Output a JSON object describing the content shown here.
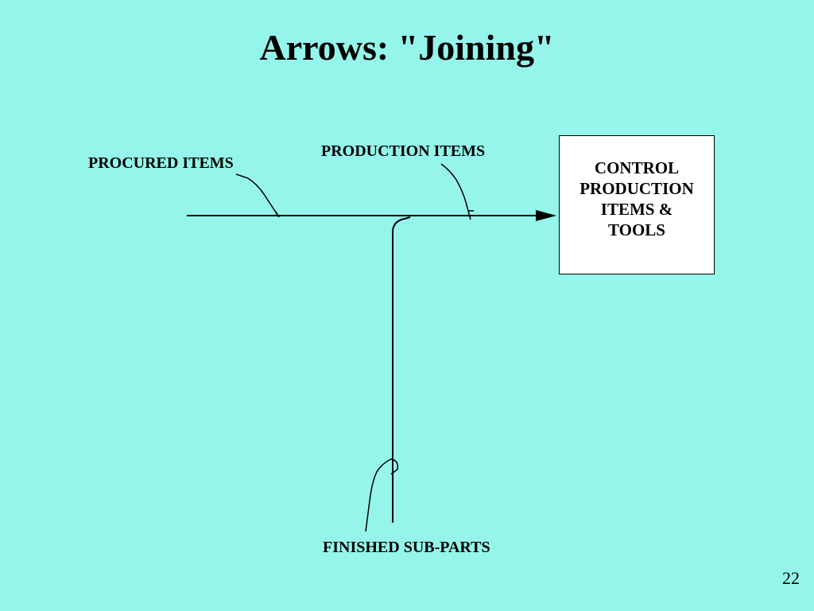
{
  "title": "Arrows: \"Joining\"",
  "labels": {
    "procured": "PROCURED ITEMS",
    "production": "PRODUCTION ITEMS",
    "finished": "FINISHED SUB-PARTS"
  },
  "activity_box": {
    "text": "CONTROL\nPRODUCTION\nITEMS &\nTOOLS"
  },
  "page_number": "22",
  "colors": {
    "background": "#95f5ea",
    "box_fill": "#ffffff",
    "line": "#000000"
  }
}
